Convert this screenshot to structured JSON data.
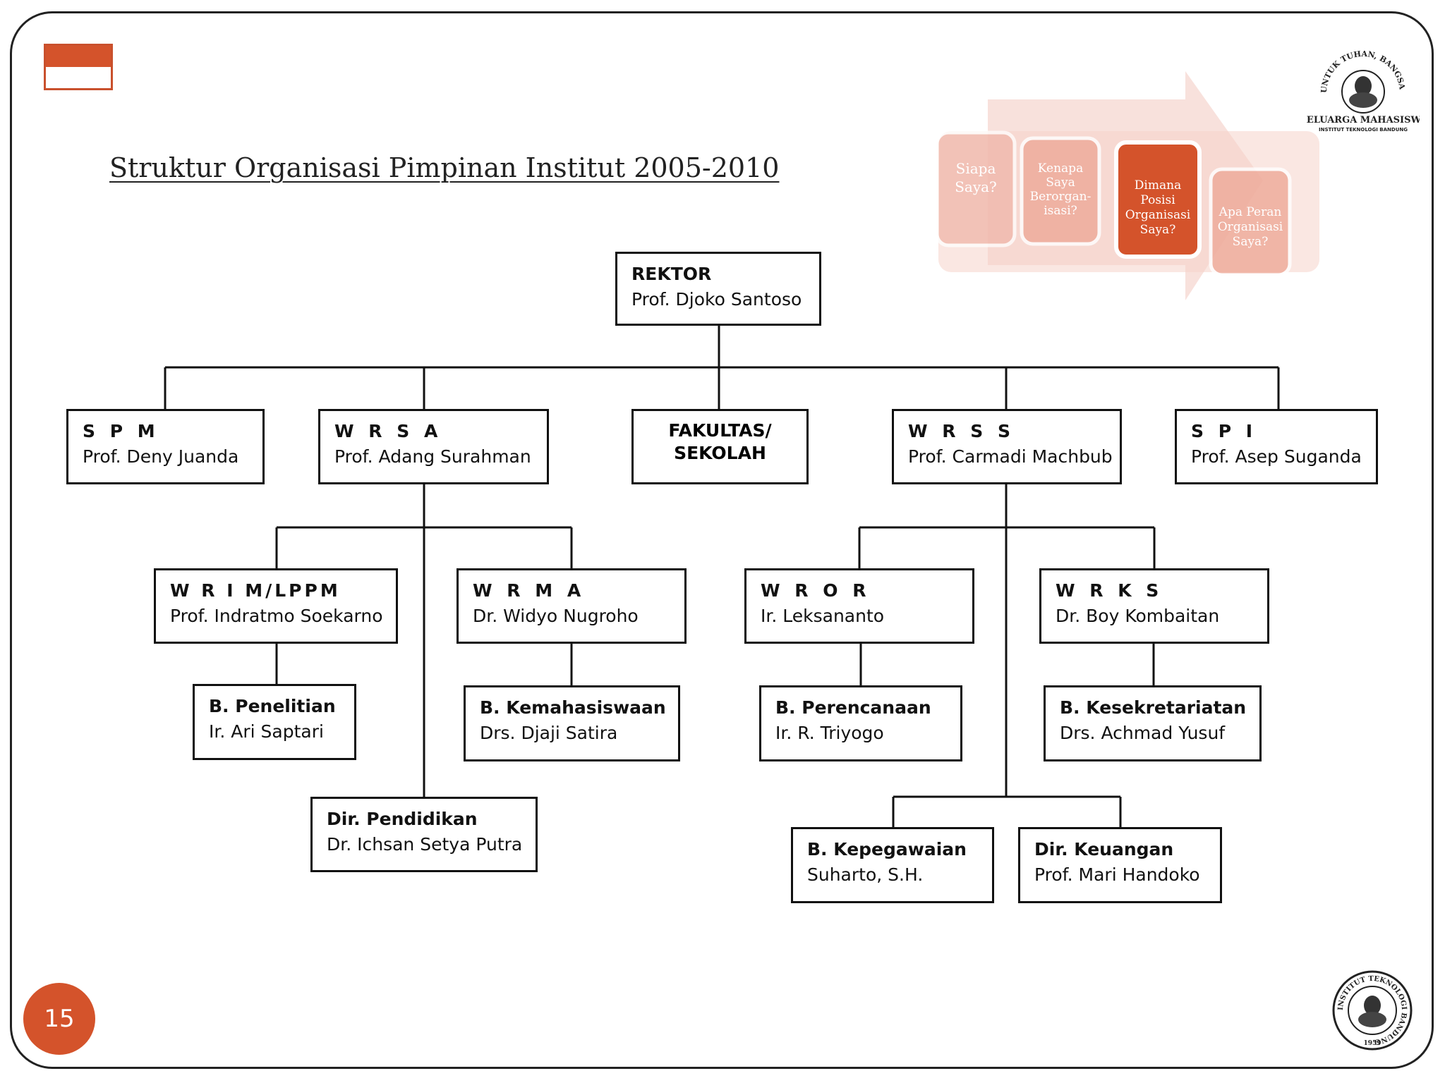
{
  "title": "Struktur Organisasi Pimpinan Institut 2005-2010",
  "page_number": "15",
  "header_graphic": {
    "steps": [
      "Siapa Saya?",
      "Kenapa Saya Berorgan-isasi?",
      "Dimana Posisi Organisasi Saya?",
      "Apa Peran Organisasi Saya?"
    ]
  },
  "logo_top": {
    "ring_text": "UNTUK TUHAN, BANGSA DAN ALMAMATER",
    "name": "KELUARGA MAHASISWA",
    "subname": "INSTITUT TEKNOLOGI BANDUNG"
  },
  "logo_bottom": {
    "ring_text": "INSTITUT TEKNOLOGI BANDUNG",
    "year": "1959"
  },
  "colors": {
    "accent": "#d4532b",
    "line": "#111111"
  },
  "org": {
    "rektor": {
      "role": "REKTOR",
      "person": "Prof. Djoko Santoso"
    },
    "spm": {
      "role": "S P M",
      "person": "Prof. Deny Juanda"
    },
    "wrsa": {
      "role": "W R S A",
      "person": "Prof. Adang Surahman"
    },
    "fakultas": {
      "role": "FAKULTAS/\nSEKOLAH"
    },
    "wrss": {
      "role": "W R S S",
      "person": "Prof. Carmadi Machbub"
    },
    "spi": {
      "role": "S P I",
      "person": "Prof. Asep Suganda"
    },
    "wrim": {
      "role": "W R I M/LPPM",
      "person": "Prof. Indratmo Soekarno"
    },
    "wrma": {
      "role": "W R M A",
      "person": "Dr. Widyo Nugroho"
    },
    "wror": {
      "role": "W R O R",
      "person": "Ir. Leksananto"
    },
    "wrks": {
      "role": "W R K S",
      "person": "Dr. Boy Kombaitan"
    },
    "penelitian": {
      "role": "B. Penelitian",
      "person": "Ir. Ari Saptari"
    },
    "kemahasiswaan": {
      "role": "B. Kemahasiswaan",
      "person": "Drs. Djaji Satira"
    },
    "perencanaan": {
      "role": "B. Perencanaan",
      "person": "Ir. R. Triyogo"
    },
    "kesekretariatan": {
      "role": "B. Kesekretariatan",
      "person": "Drs. Achmad Yusuf"
    },
    "pendidikan": {
      "role": "Dir. Pendidikan",
      "person": "Dr. Ichsan Setya Putra"
    },
    "kepegawaian": {
      "role": "B. Kepegawaian",
      "person": "Suharto, S.H."
    },
    "keuangan": {
      "role": "Dir. Keuangan",
      "person": "Prof. Mari Handoko"
    }
  }
}
